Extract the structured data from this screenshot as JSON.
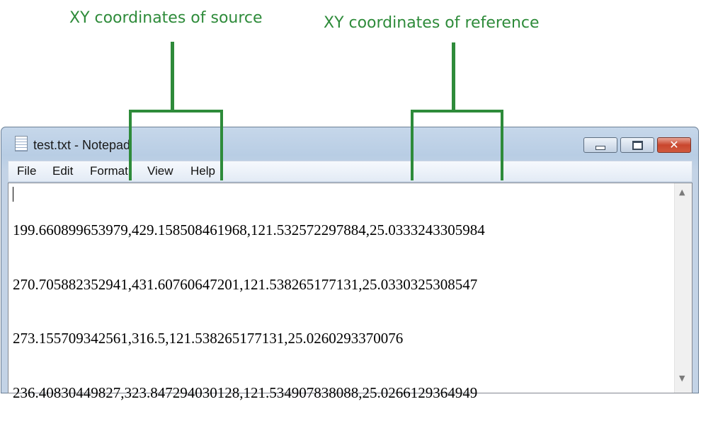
{
  "annotations": {
    "source_label": "XY coordinates of source",
    "reference_label": "XY coordinates of reference",
    "color": "#2e8b3a"
  },
  "window": {
    "title": "test.txt - Notepad",
    "icon": "notepad-icon",
    "buttons": {
      "minimize": "minimize-icon",
      "maximize": "maximize-icon",
      "close": "✕"
    }
  },
  "menu": {
    "file": "File",
    "edit": "Edit",
    "format": "Format",
    "view": "View",
    "help": "Help"
  },
  "editor": {
    "lines": [
      "199.660899653979,429.158508461968,121.532572297884,25.0333243305984",
      "270.705882352941,431.60760647201,121.538265177131,25.0330325308547",
      "273.155709342561,316.5,121.538265177131,25.0260293370076",
      "236.40830449827,323.847294030128,121.534907838088,25.0266129364949"
    ]
  }
}
